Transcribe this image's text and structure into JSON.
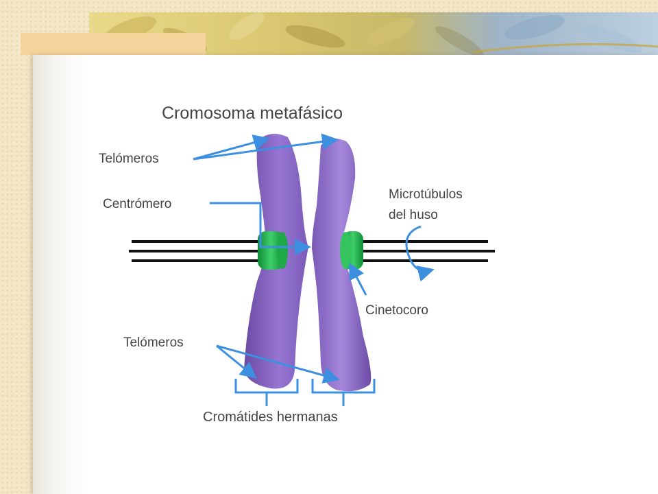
{
  "diagram": {
    "title": "Cromosoma metafásico",
    "labels": {
      "telomeres_top": "Telómeros",
      "centromere": "Centrómero",
      "spindle_line1": "Microtúbulos",
      "spindle_line2": "del huso",
      "kinetochore": "Cinetocoro",
      "telomeres_bottom": "Telómeros",
      "sister_chromatids": "Cromátides hermanas"
    },
    "colors": {
      "chromatid": "#8e6cc4",
      "kinetochore": "#22b24c",
      "microtubules": "#111111",
      "pointer": "#3d8fe0",
      "text": "#444444"
    }
  }
}
